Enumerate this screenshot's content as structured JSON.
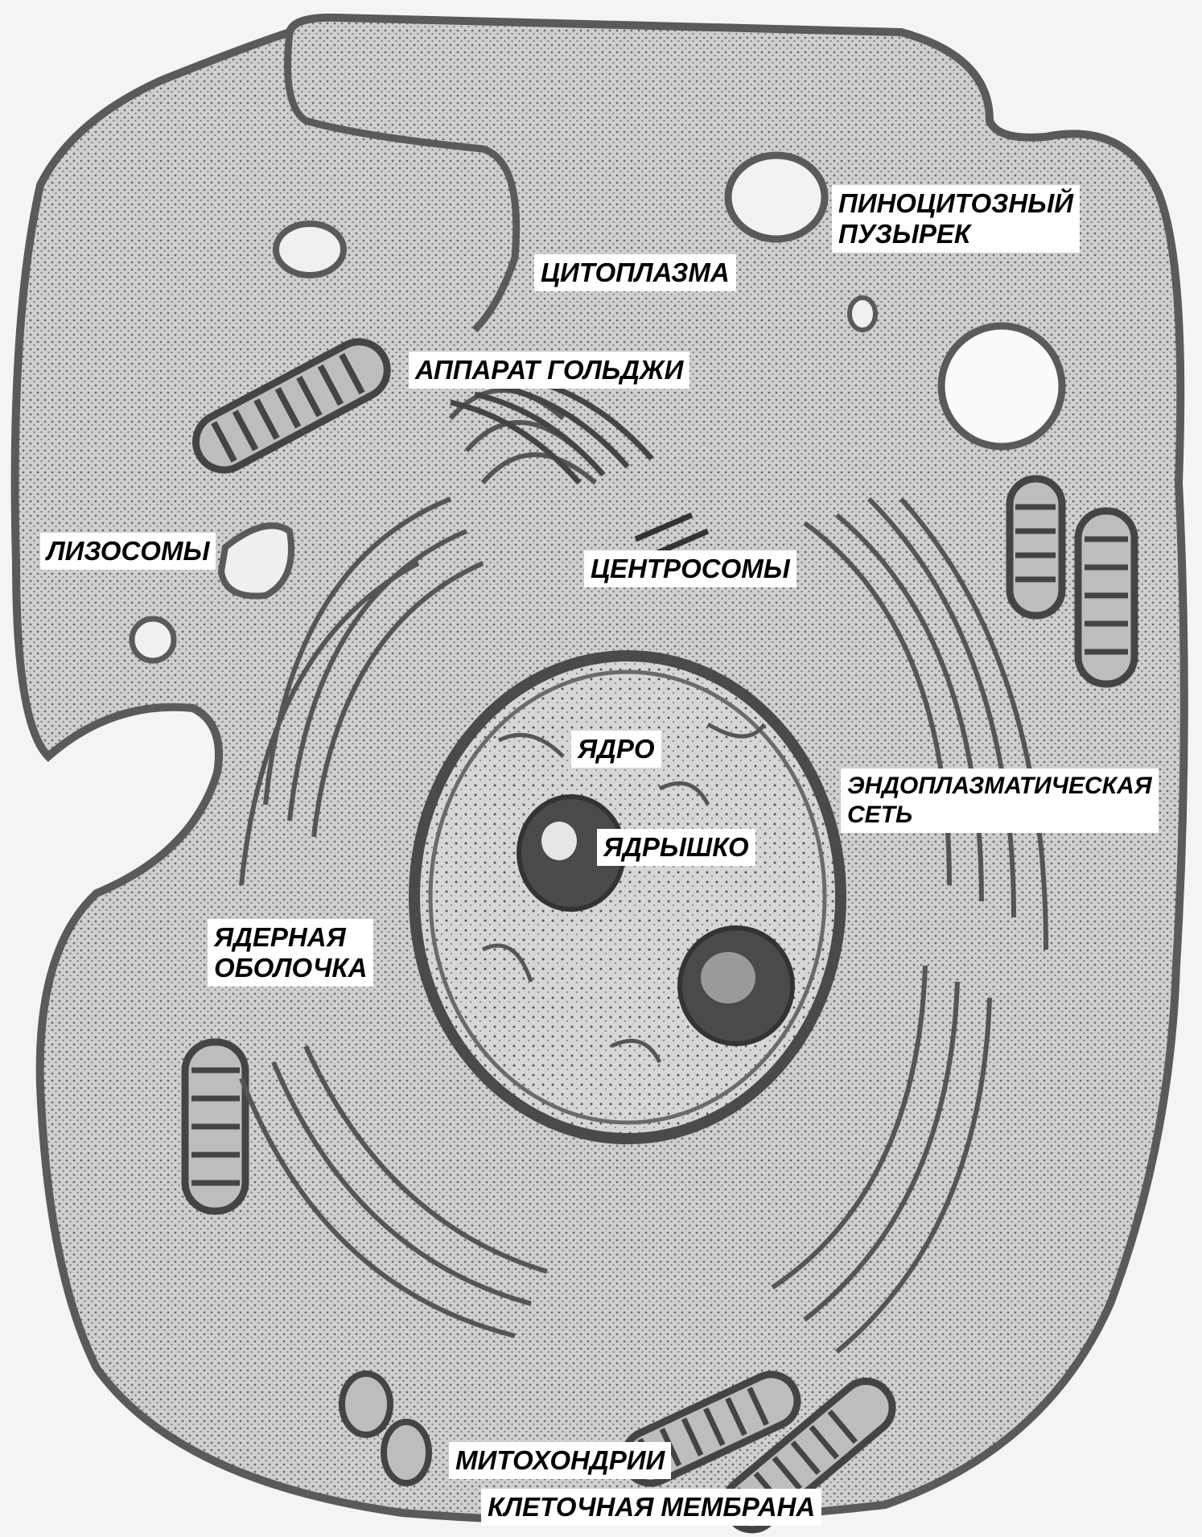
{
  "labels": {
    "cytoplasm": "ЦИТОПЛАЗМА",
    "pinocytic_line1": "ПИНОЦИТОЗНЫЙ",
    "pinocytic_line2": "ПУЗЫРЕК",
    "golgi": "АППАРАТ ГОЛЬДЖИ",
    "lysosomes": "ЛИЗОСОМЫ",
    "centrosomes": "ЦЕНТРОСОМЫ",
    "nucleus": "ЯДРО",
    "er_line1": "ЭНДОПЛАЗМАТИЧЕСКАЯ",
    "er_line2": "СЕТЬ",
    "nucleolus": "ЯДРЫШКО",
    "nuclear_envelope_line1": "ЯДЕРНАЯ",
    "nuclear_envelope_line2": "ОБОЛОЧКА",
    "mitochondria": "МИТОХОНДРИИ",
    "cell_membrane": "КЛЕТОЧНАЯ МЕМБРАНА"
  },
  "colors": {
    "background": "#f4f4f4",
    "cytoplasm_fill": "#c9c9c9",
    "membrane": "#5a5a5a",
    "organelle_dark": "#3a3a3a",
    "label_bg": "#ffffff",
    "label_text": "#000000"
  }
}
